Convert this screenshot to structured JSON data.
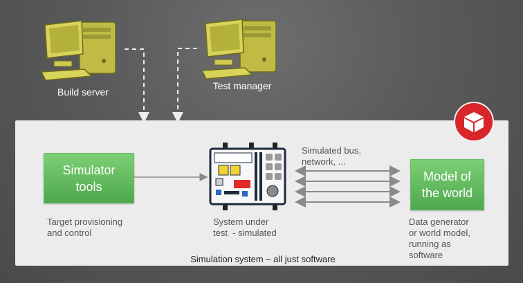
{
  "nodes": {
    "build_server": "Build server",
    "test_manager": "Test manager",
    "simulator_tools": "Simulator tools",
    "simulator_tools_desc": [
      "Target provisioning",
      "and control"
    ],
    "sut_desc": [
      "System under",
      "test  - simulated"
    ],
    "model_world": "Model of the world",
    "model_world_desc": [
      "Data generator",
      "or world model,",
      "running as",
      "software"
    ],
    "bus_label": [
      "Simulated bus,",
      "network, ..."
    ]
  },
  "footer": "Simulation system – all just software",
  "colors": {
    "panel": "#ececec",
    "green": "#5fb85c",
    "logo_red": "#d8262b",
    "computer": "#d8d45a"
  },
  "icons": [
    "computer-icon",
    "board-icon",
    "cube-icon"
  ]
}
